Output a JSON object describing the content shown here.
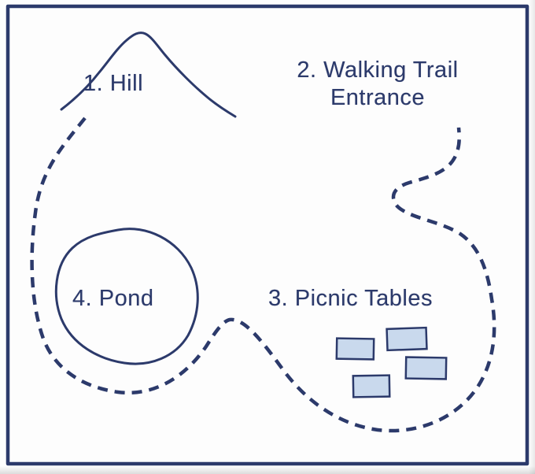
{
  "map": {
    "labels": {
      "hill": "1. Hill",
      "trail_entrance": "2. Walking Trail Entrance",
      "picnic_tables": "3. Picnic Tables",
      "pond": "4. Pond"
    }
  },
  "colors": {
    "ink": "#2c3a6b",
    "table_fill": "#c9d9ed",
    "background": "#fdfdfd"
  }
}
